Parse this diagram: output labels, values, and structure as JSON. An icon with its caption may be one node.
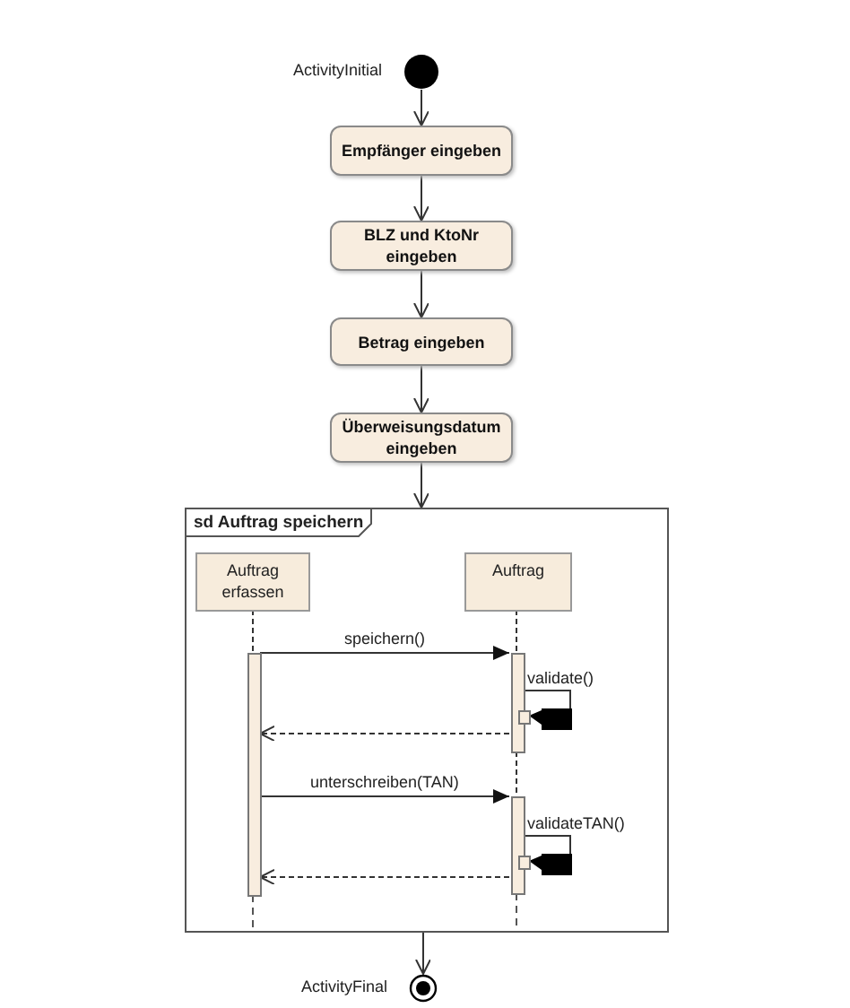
{
  "diagram": {
    "nodes": [
      {
        "text": [],
        "shape": "circle",
        "beside": [
          "ActivityInitial"
        ]
      },
      {
        "text": [
          "Empfänger eingeben"
        ]
      },
      {
        "text": [
          "BLZ und KtoNr eingeben"
        ]
      },
      {
        "text": [
          "Betrag eingeben"
        ]
      },
      {
        "text": [
          "Überweisungsdatum eingeben"
        ]
      },
      {
        "text": [
          "sd Auftrag speichern"
        ]
      },
      {
        "text": [
          "Auftrag erfassen"
        ],
        "in": 5
      },
      {
        "text": [
          "Auftrag"
        ],
        "in": 5
      },
      {
        "text": [],
        "shape": "bar",
        "in": 5
      },
      {
        "text": [],
        "shape": "bar",
        "in": 5
      },
      {
        "text": [],
        "shape": "bar",
        "in": 5
      },
      {
        "text": [],
        "shape": "bar",
        "in": 5
      },
      {
        "text": [],
        "shape": "bar",
        "in": 5
      },
      {
        "text": [],
        "shape": "circle",
        "beside": [
          "ActivityFinal"
        ]
      }
    ],
    "edges": [
      {
        "from": 0,
        "to": 1,
        "arrow": "to"
      },
      {
        "from": 1,
        "to": 2,
        "arrow": "to"
      },
      {
        "from": 2,
        "to": 3,
        "arrow": "to"
      },
      {
        "from": 3,
        "to": 4,
        "arrow": "to"
      },
      {
        "from": 4,
        "to": 5,
        "arrow": "to"
      },
      {
        "from": 5,
        "to": 13,
        "arrow": "to"
      },
      {
        "from": 6,
        "to": 8,
        "arrow": "none",
        "style": "dashed"
      },
      {
        "from": 7,
        "to": 9,
        "arrow": "none",
        "style": "dashed"
      },
      {
        "from": 9,
        "to": 10,
        "arrow": "none",
        "style": "dashed"
      },
      {
        "from": 8,
        "to": 9,
        "arrow": "to",
        "label": "speichern()"
      },
      {
        "from": 9,
        "to": 11,
        "arrow": "to",
        "label": "validate()"
      },
      {
        "from": 9,
        "to": 8,
        "arrow": "to",
        "style": "dashed"
      },
      {
        "from": 8,
        "to": 10,
        "arrow": "to",
        "label": "unterschreiben(TAN)"
      },
      {
        "from": 10,
        "to": 12,
        "arrow": "to",
        "label": "validateTAN()"
      },
      {
        "from": 10,
        "to": 8,
        "arrow": "to",
        "style": "dashed"
      }
    ]
  }
}
